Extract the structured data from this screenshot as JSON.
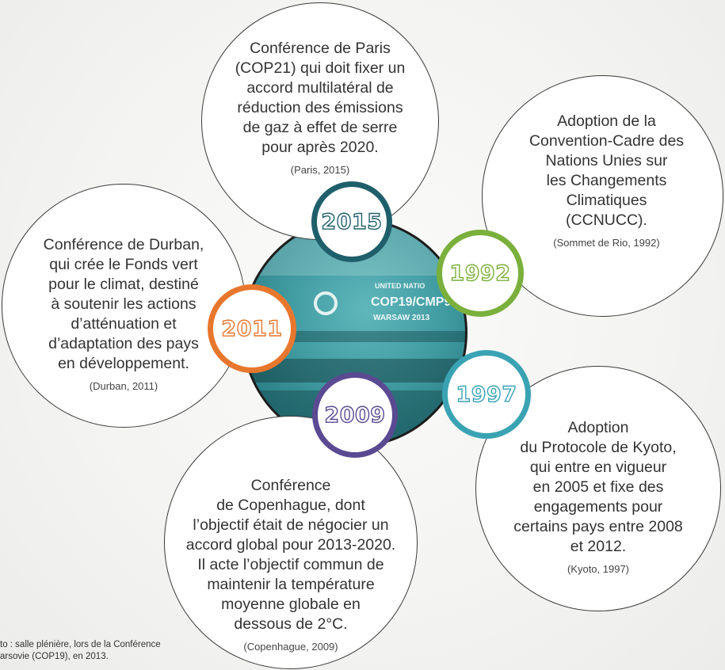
{
  "events": [
    {
      "id": "2015",
      "year": "2015",
      "color": "#1f5f6b",
      "text": "Conférence de Paris\n(COP21) qui doit fixer un\naccord multilatéral de\nréduction des émissions\nde gaz à effet de serre\npour après 2020.",
      "source": "(Paris, 2015)"
    },
    {
      "id": "1992",
      "year": "1992",
      "color": "#7ab03b",
      "text": "Adoption de la\nConvention-Cadre des\nNations Unies sur\nles Changements\nClimatiques\n(CCNUCC).",
      "source": "(Sommet de Rio, 1992)"
    },
    {
      "id": "2011",
      "year": "2011",
      "color": "#e8772e",
      "text": "Conférence de Durban,\nqui crée le Fonds vert\npour le climat, destiné\nà soutenir les actions\nd’atténuation et\nd’adaptation des pays\nen développement.",
      "source": "(Durban, 2011)"
    },
    {
      "id": "1997",
      "year": "1997",
      "color": "#3aa3b3",
      "text": "Adoption\ndu Protocole de Kyoto,\nqui entre en vigueur\nen 2005 et fixe des\nengagements pour\ncertains pays entre 2008\net 2012.",
      "source": "(Kyoto, 1997)"
    },
    {
      "id": "2009",
      "year": "2009",
      "color": "#5a4a92",
      "text": "Conférence\nde Copenhague, dont\nl’objectif était de négocier un\naccord global pour 2013-2020.\nIl acte l’objectif commun de\nmaintenir la température\nmoyenne globale en\ndessous de 2°C.",
      "source": "(Copenhague, 2009)"
    }
  ],
  "photo": {
    "sign_line1": "UNITED NATIO",
    "sign_line2": "COP19/CMP9",
    "sign_line3": "WARSAW 2013"
  },
  "caption": "to : salle plénière, lors de la Conférence\narsovie (COP19), en 2013."
}
